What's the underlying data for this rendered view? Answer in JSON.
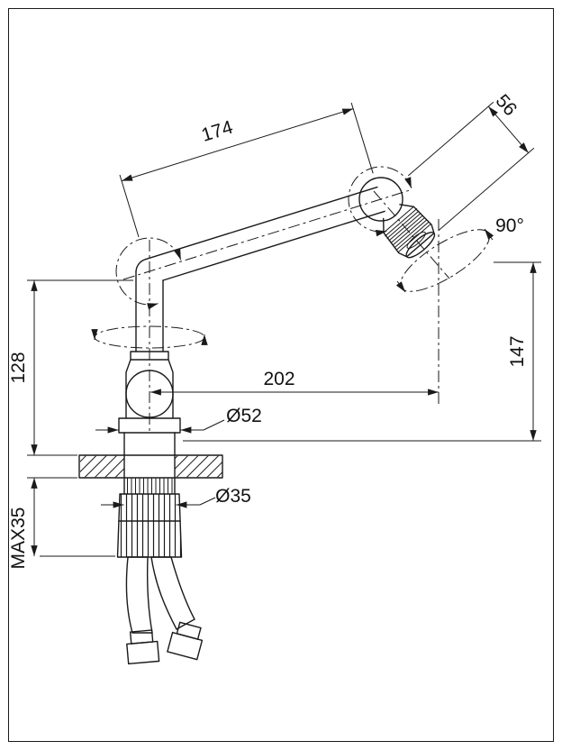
{
  "drawing": {
    "dim_spout_length": "174",
    "dim_head_length": "56",
    "dim_swivel_angle": "90°",
    "dim_body_height": "128",
    "dim_reach": "202",
    "dim_outlet_height": "147",
    "dim_base_diameter": "Ø52",
    "dim_shank_diameter": "Ø35",
    "dim_max_deck_thickness": "MAX35"
  }
}
